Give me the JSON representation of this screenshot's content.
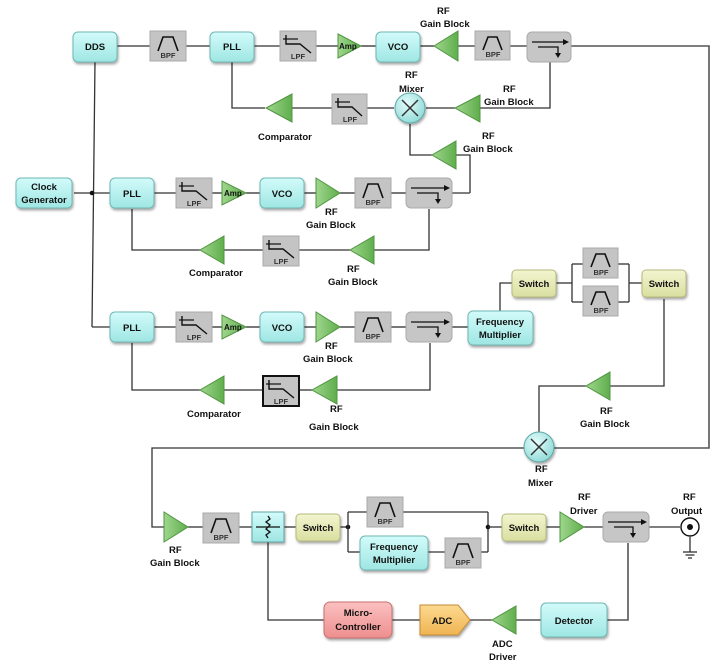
{
  "title": "RF signal chain block diagram",
  "colors": {
    "cyan_block": "#aef0ee",
    "gray_block": "#c4c4c4",
    "green_amp": "#7dc36a",
    "olive_switch": "#e6eab5",
    "red_mcu": "#f3a0a0",
    "orange_adc": "#f6c46a",
    "wire": "#333333"
  },
  "blocks": {
    "dds": "DDS",
    "pll": "PLL",
    "vco": "VCO",
    "amp": "Amp",
    "bpf": "BPF",
    "lpf": "LPF",
    "clock_gen_1": "Clock",
    "clock_gen_2": "Generator",
    "freq_mult_1": "Frequency",
    "freq_mult_2": "Multiplier",
    "switch": "Switch",
    "mcu_1": "Micro-",
    "mcu_2": "Controller",
    "adc": "ADC",
    "detector": "Detector"
  },
  "labels": {
    "rf": "RF",
    "gain_block": "Gain Block",
    "mixer": "Mixer",
    "comparator": "Comparator",
    "driver": "Driver",
    "output": "Output",
    "adc": "ADC"
  }
}
